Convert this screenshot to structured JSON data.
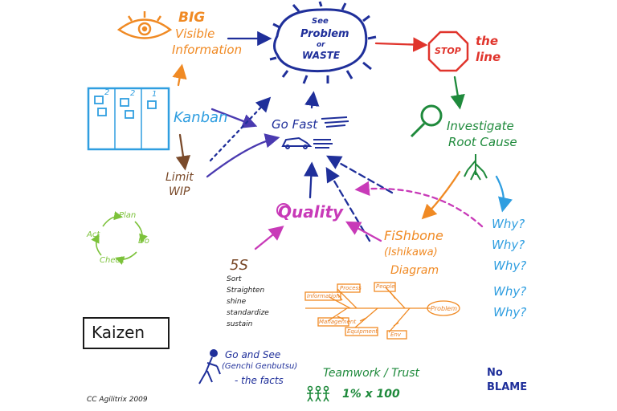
{
  "colors": {
    "orange": "#f08a24",
    "navy": "#1f2f9a",
    "red": "#e0342c",
    "green": "#1f8a3c",
    "cyan": "#2f9ee0",
    "brown": "#7a4a2a",
    "magenta": "#c83ab8",
    "lime": "#7cc23a",
    "black": "#1a1a1a",
    "purple": "#4a3ab0"
  },
  "nodes": {
    "big_visible": [
      "BIG",
      "Visible",
      "Information"
    ],
    "see_problem": [
      "See",
      "Problem",
      "or",
      "WASTE"
    ],
    "stop": "STOP",
    "stop_the_line": [
      "the",
      "line"
    ],
    "investigate": [
      "Investigate",
      "Root Cause"
    ],
    "kanban": "Kanban",
    "kanban_counts": [
      "2",
      "2",
      "1"
    ],
    "go_fast": "Go Fast",
    "limit_wip": [
      "Limit",
      "WIP"
    ],
    "quality": "Quality",
    "pdca": [
      "Plan",
      "Do",
      "Check",
      "Act"
    ],
    "fishbone": [
      "FiShbone",
      "(Ishikawa)",
      "Diagram"
    ],
    "fishbone_labels": [
      "Process",
      "People",
      "Information",
      "Management",
      "Equipment",
      "Env",
      "Problem"
    ],
    "whys": [
      "Why?",
      "Why?",
      "Why?",
      "Why?",
      "Why?"
    ],
    "five_s_title": "5S",
    "five_s_items": [
      "Sort",
      "Straighten",
      "shine",
      "standardize",
      "sustain"
    ],
    "kaizen": "Kaizen",
    "go_and_see": [
      "Go and See",
      "(Genchi Genbutsu)",
      "- the facts"
    ],
    "teamwork": "Teamwork / Trust",
    "one_percent": "1% x 100",
    "no_blame": [
      "No",
      "BLAME"
    ],
    "credit": "CC Agilitrix 2009"
  }
}
